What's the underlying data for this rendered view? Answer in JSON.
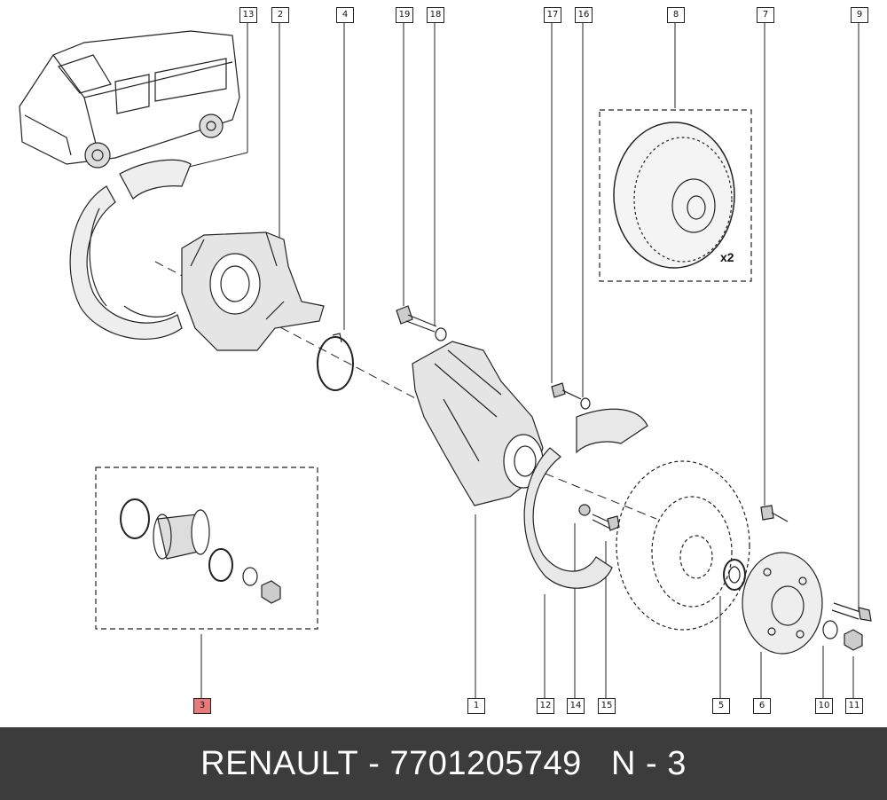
{
  "callouts": [
    "13",
    "2",
    "4",
    "19",
    "18",
    "17",
    "16",
    "8",
    "7",
    "9",
    "3",
    "1",
    "12",
    "14",
    "15",
    "5",
    "6",
    "10",
    "11"
  ],
  "highlight_callout": "3",
  "multiplier": "x2",
  "footer": {
    "brand": "RENAULT",
    "separator": " - ",
    "part_number": "7701205749",
    "gap": "   ",
    "ref": "N - 3"
  },
  "colors": {
    "footer_bg": "#3c3c3c",
    "highlight": "#e77b7b"
  }
}
